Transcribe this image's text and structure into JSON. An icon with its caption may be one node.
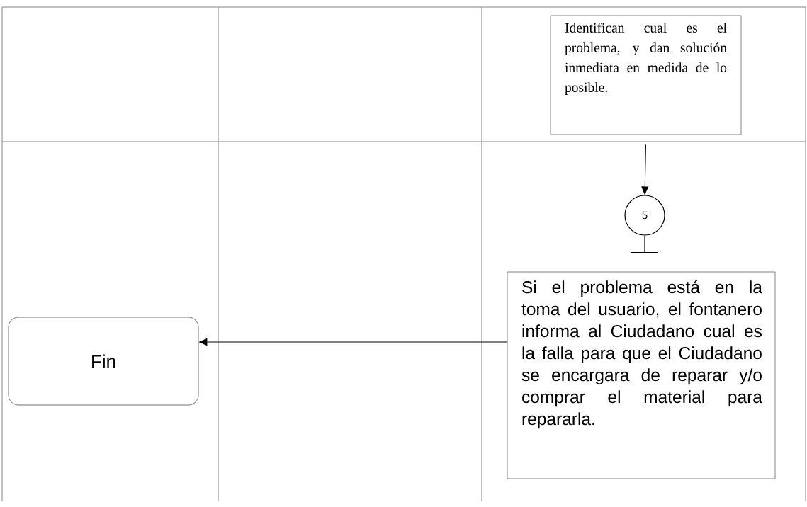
{
  "diagram": {
    "nodes": [
      {
        "text": [
          "Identifican cual es el problema, y dan solución inmediata en medida de lo posible."
        ]
      },
      {
        "text": [
          "5"
        ]
      },
      {
        "text": [
          "Si el problema está en la toma del usuario, el fontanero informa al Ciudadano cual es la falla para que el Ciudadano se encargara de reparar y/o comprar el material para repararla."
        ]
      },
      {
        "text": [
          "Fin"
        ]
      }
    ],
    "edges": [
      {
        "from": 0,
        "to": 1,
        "arrow": "to"
      },
      {
        "from": 2,
        "to": 3,
        "arrow": "to"
      }
    ]
  }
}
